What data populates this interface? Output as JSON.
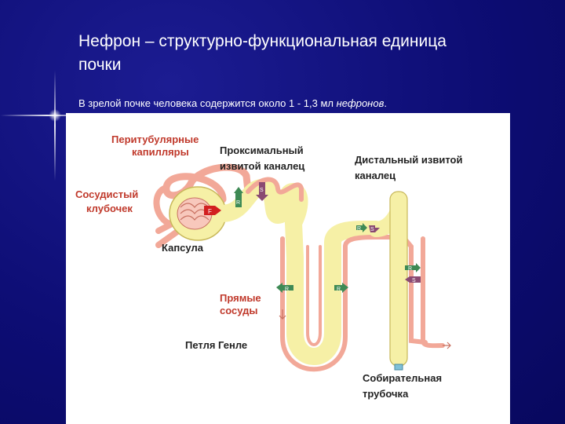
{
  "slide": {
    "title_line1": "Нефрон – структурно-функциональная единица",
    "title_line2": "почки",
    "subtitle_text": "В зрелой почке человека содержится около 1 - 1,3 мл ",
    "subtitle_italic": "нефронов",
    "subtitle_end": "."
  },
  "diagram": {
    "labels": {
      "peritubular_1": "Перитубулярные",
      "peritubular_2": "капилляры",
      "proximal_1": "Проксимальный",
      "proximal_2": "извитой каналец",
      "distal_1": "Дистальный извитой",
      "distal_2": "каналец",
      "glomerulus_1": "Сосудистый",
      "glomerulus_2": "клубочек",
      "capsule": "Капсула",
      "vasa_recta_1": "Прямые",
      "vasa_recta_2": "сосуды",
      "loop_henle": "Петля Генле",
      "collecting_1": "Собирательная",
      "collecting_2": "трубочка"
    },
    "markers": {
      "f": "F",
      "r": "R",
      "s": "S"
    },
    "colors": {
      "tubule": "#f6f0a6",
      "tubule_edge": "#c8b85a",
      "vessel": "#f2a898",
      "vessel_edge": "#c87060",
      "label_red": "#c0392b",
      "marker_green": "#3e8a55",
      "marker_purple": "#8a4a72",
      "marker_red": "#d21f1f"
    }
  }
}
